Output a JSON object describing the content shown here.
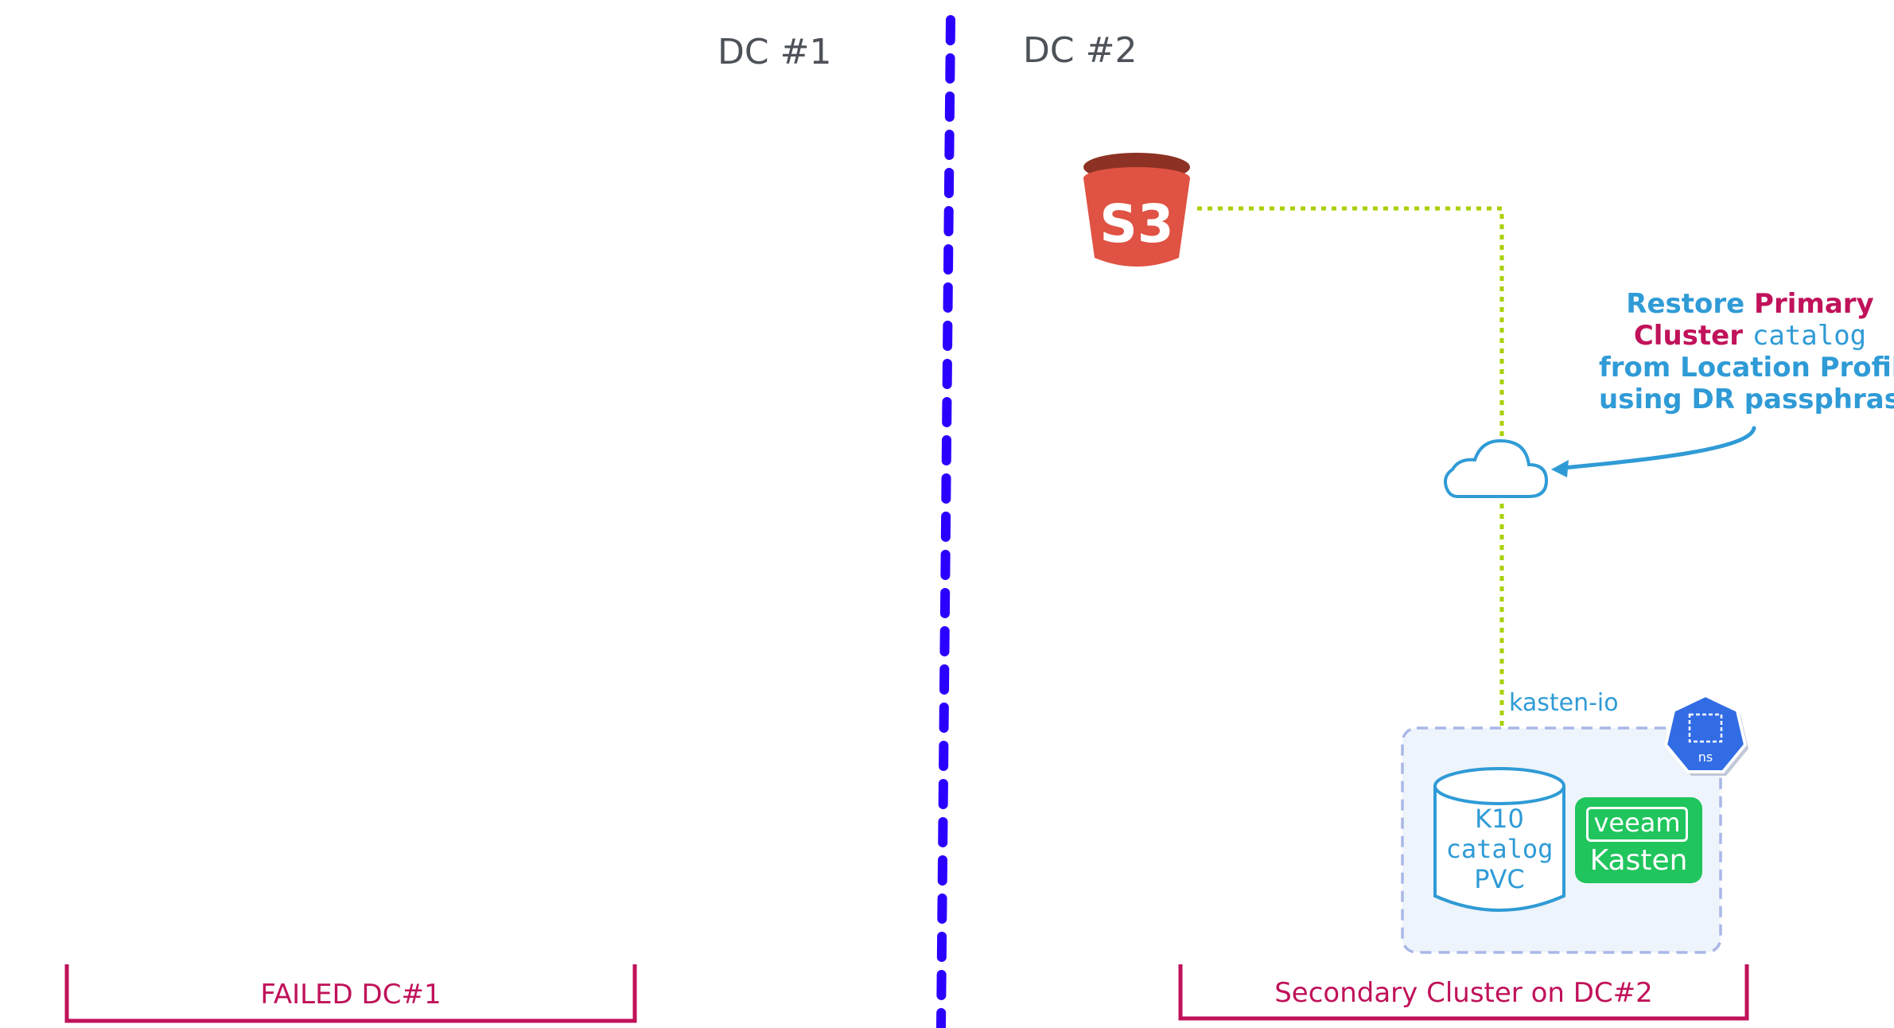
{
  "labels": {
    "dc1": "DC #1",
    "dc2": "DC #2"
  },
  "brackets": {
    "left": "FAILED DC#1",
    "right": "Secondary Cluster on DC#2"
  },
  "annotation": {
    "line1_blue": "Restore",
    "line1_magenta": "Primary",
    "line2_magenta": "Cluster",
    "line2_code": "catalog",
    "line3": "from Location Profile",
    "line4": "using DR passphrase"
  },
  "s3": {
    "label": "S3"
  },
  "namespace": {
    "name": "kasten-io",
    "badge": "ns"
  },
  "pvc": {
    "line1": "K10",
    "line2": "catalog",
    "line3": "PVC"
  },
  "veeam_kasten": {
    "brand": "veeam",
    "product": "Kasten"
  },
  "colors": {
    "divider": "#2a00ff",
    "bracket": "#c0125a",
    "dotted_link": "#a8d000",
    "accent_blue": "#2f9bd6",
    "s3_red": "#e05243",
    "s3_dark": "#8c3123",
    "kasten_green": "#21c55d",
    "k8s_blue": "#326ce5"
  },
  "icons": [
    "s3-bucket-icon",
    "cloud-icon",
    "namespace-icon",
    "database-icon",
    "veeam-kasten-logo"
  ]
}
